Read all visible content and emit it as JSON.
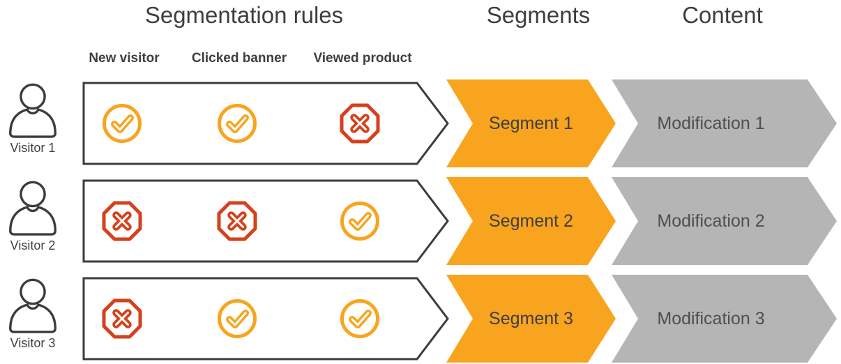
{
  "headers": {
    "segmentation_rules": "Segmentation rules",
    "segments": "Segments",
    "content": "Content"
  },
  "rule_columns": [
    "New visitor",
    "Clicked banner",
    "Viewed product"
  ],
  "rows": [
    {
      "visitor": "Visitor 1",
      "checks": [
        "pass",
        "pass",
        "fail"
      ],
      "segment": "Segment 1",
      "modification": "Modification 1"
    },
    {
      "visitor": "Visitor 2",
      "checks": [
        "fail",
        "fail",
        "pass"
      ],
      "segment": "Segment 2",
      "modification": "Modification 2"
    },
    {
      "visitor": "Visitor 3",
      "checks": [
        "fail",
        "pass",
        "pass"
      ],
      "segment": "Segment 3",
      "modification": "Modification 3"
    }
  ],
  "icons": {
    "pass": "check-circle-icon",
    "fail": "cross-octagon-icon",
    "visitor": "person-icon"
  },
  "colors": {
    "orange": "#F9A41E",
    "red": "#D5411C",
    "gray_arrow": "#B5B5B5",
    "outline": "#3C3C3C",
    "text": "#3E3E3E",
    "modification_text": "#4F4F4F",
    "background": "#FFFFFF"
  }
}
